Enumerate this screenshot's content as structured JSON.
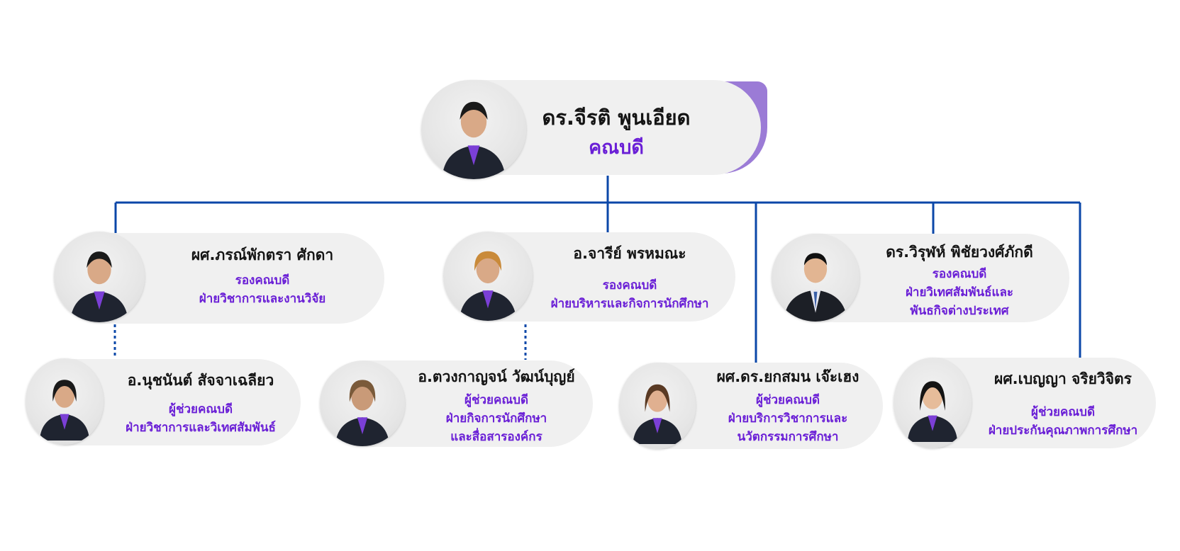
{
  "colors": {
    "connector": "#0b47a8",
    "card_bg": "#f0f0f0",
    "accent": "#9b7bd6",
    "name_text": "#141414",
    "role_text": "#6a1fd6"
  },
  "head": {
    "name": "ดร.จีรติ พูนเอียด",
    "role_lines": [
      "คณบดี"
    ]
  },
  "deputies": [
    {
      "name": "ผศ.ภรณ์พักตรา ศักดา",
      "role_lines": [
        "รองคณบดี",
        "ฝ่ายวิชาการและงานวิจัย"
      ]
    },
    {
      "name": "อ.จารีย์ พรหมณะ",
      "role_lines": [
        "รองคณบดี",
        "ฝ่ายบริหารและกิจการนักศึกษา"
      ]
    },
    {
      "name": "ดร.วิรุฬห์ พิชัยวงศ์ภักดี",
      "role_lines": [
        "รองคณบดี",
        "ฝ่ายวิเทศสัมพันธ์และ",
        "พันธกิจต่างประเทศ"
      ]
    }
  ],
  "assistants": [
    {
      "name": "อ.นุชนันต์ สัจจาเฉลียว",
      "role_lines": [
        "ผู้ช่วยคณบดี",
        "ฝ่ายวิชาการและวิเทศสัมพันธ์"
      ]
    },
    {
      "name": "อ.ตวงกาญจน์ วัฒน์บุญย์",
      "role_lines": [
        "ผู้ช่วยคณบดี",
        "ฝ่ายกิจการนักศึกษา",
        "และสื่อสารองค์กร"
      ]
    },
    {
      "name": "ผศ.ดร.ยกสมน เจ๊ะเฮง",
      "role_lines": [
        "ผู้ช่วยคณบดี",
        "ฝ่ายบริการวิชาการและ",
        "นวัตกรรมการศึกษา"
      ]
    },
    {
      "name": "ผศ.เบญญา จริยวิจิตร",
      "role_lines": [
        "ผู้ช่วยคณบดี",
        "ฝ่ายประกันคุณภาพการศึกษา"
      ]
    }
  ]
}
